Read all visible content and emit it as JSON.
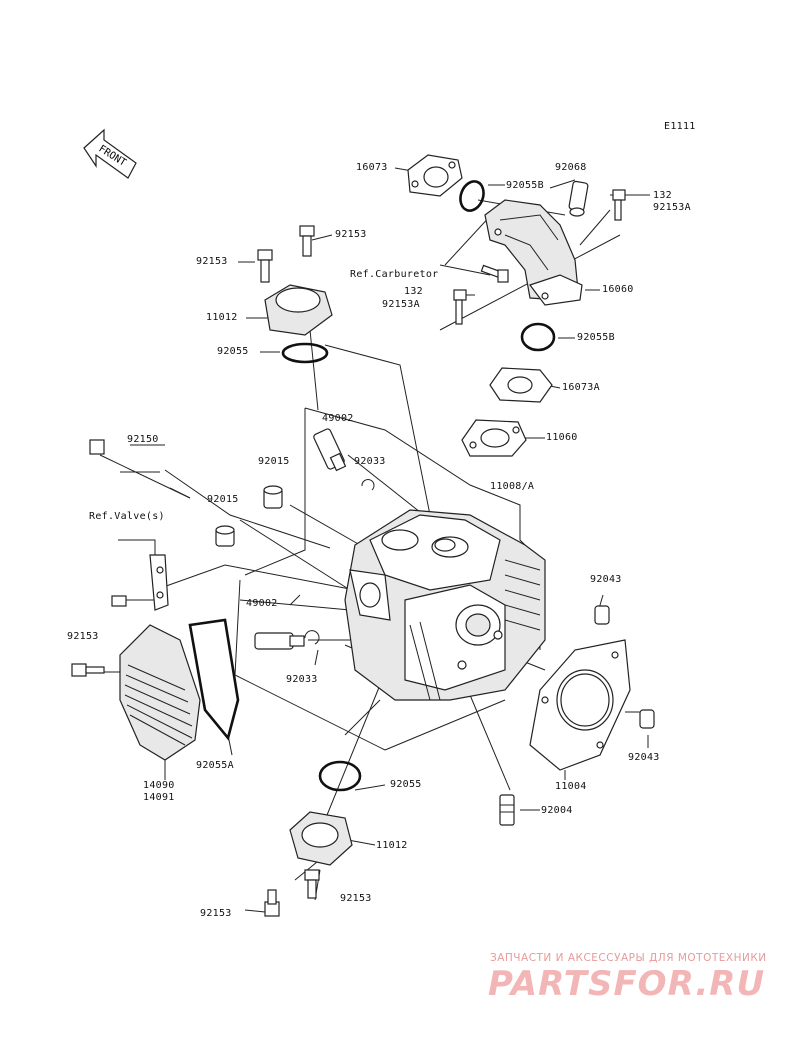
{
  "diagram_code": "E1111",
  "front_label": "FRONT",
  "labels": {
    "l16073": "16073",
    "l92068": "92068",
    "l92055b_top": "92055B",
    "l132_top": "132",
    "l92153a_top": "92153A",
    "l92153_top": "92153",
    "l92153_left": "92153",
    "ref_carburetor": "Ref.Carburetor",
    "l132_mid": "132",
    "l92153a_mid": "92153A",
    "l16060": "16060",
    "l11012_top": "11012",
    "l92055_top": "92055",
    "l92055b_mid": "92055B",
    "l16073a": "16073A",
    "l49002_top": "49002",
    "l11060": "11060",
    "l92150": "92150",
    "l92015_a": "92015",
    "l92033_top": "92033",
    "l11008a": "11008/A",
    "l92015_b": "92015",
    "ref_valves": "Ref.Valve(s)",
    "l92043_top": "92043",
    "l49002_mid": "49002",
    "l92153_mid": "92153",
    "l92033_mid": "92033",
    "l92043_bot": "92043",
    "l14090": "14090",
    "l14091": "14091",
    "l92055a": "92055A",
    "l11004": "11004",
    "l92055_bot": "92055",
    "l92004": "92004",
    "l11012_bot": "11012",
    "l92153_bot_right": "92153",
    "l92153_bot_left": "92153"
  },
  "watermark": {
    "tagline": "ЗАПЧАСТИ И АКСЕССУАРЫ ДЛЯ МОТОТЕХНИКИ",
    "brand": "PARTSFOR.RU"
  },
  "colors": {
    "line": "#222222",
    "watermark_brand": "#f2b6b6",
    "watermark_tagline": "#e79a9a"
  }
}
